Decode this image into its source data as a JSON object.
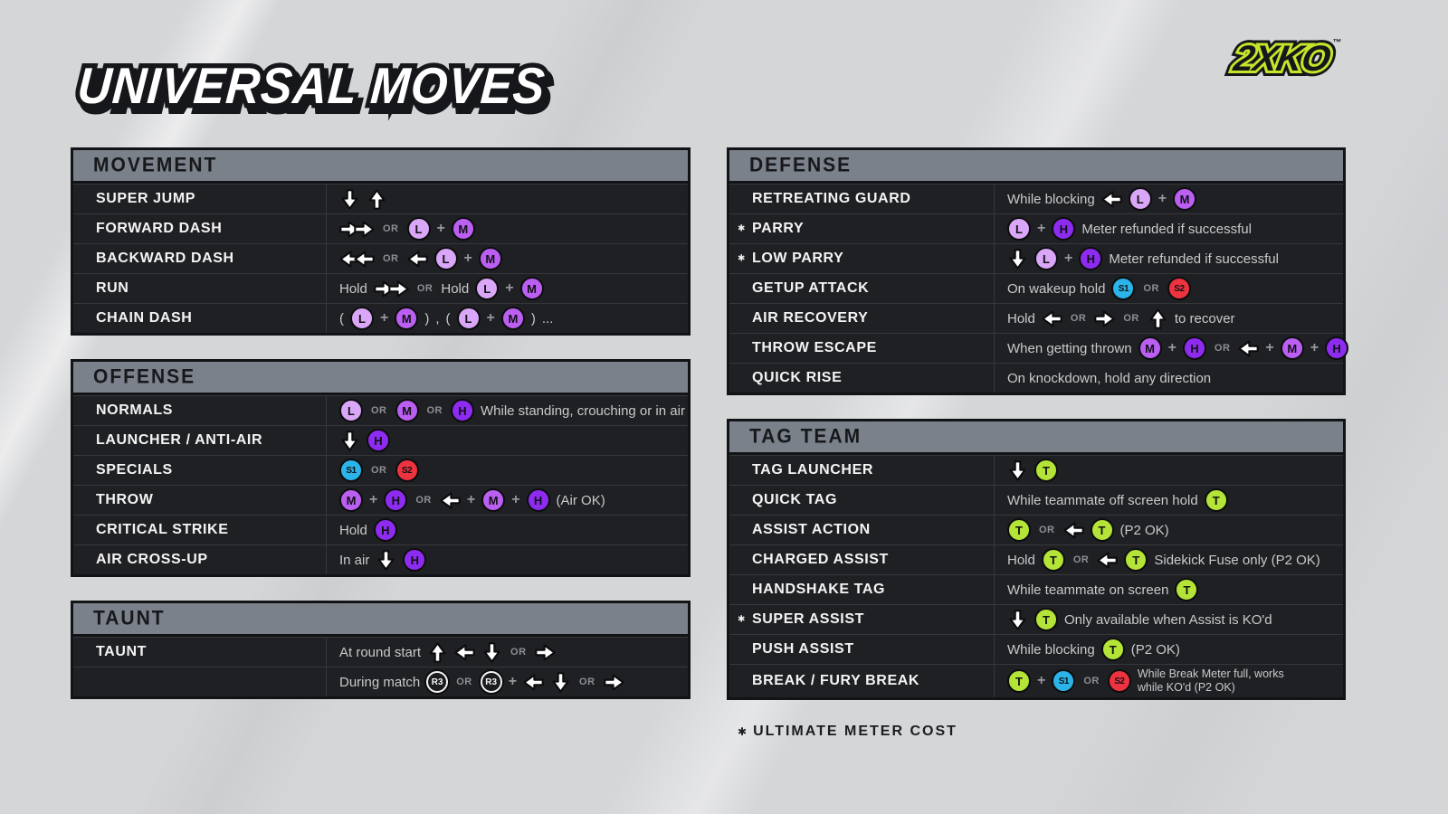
{
  "header": {
    "title": "UNIVERSAL MOVES",
    "logo": "2XKO",
    "trademark": "™"
  },
  "footnote": {
    "star": "✱",
    "text": "ULTIMATE METER COST"
  },
  "button_colors": {
    "L": "#daa7f8",
    "M": "#bb5ff2",
    "H": "#8e2bf0",
    "S1": "#2bb4e9",
    "S2": "#ee3340",
    "T": "#b4e437",
    "R3": "#1b1c1e"
  },
  "tables": [
    {
      "id": "movement",
      "column": "left",
      "title": "MOVEMENT",
      "rows": [
        {
          "label": "SUPER JUMP",
          "tokens": [
            {
              "t": "arrow",
              "d": "down"
            },
            {
              "t": "arrow",
              "d": "up"
            }
          ]
        },
        {
          "label": "FORWARD DASH",
          "tokens": [
            {
              "t": "arrow2",
              "d": "right"
            },
            {
              "t": "or",
              "v": "OR"
            },
            {
              "t": "btn",
              "v": "L"
            },
            {
              "t": "plus",
              "v": "+"
            },
            {
              "t": "btn",
              "v": "M"
            }
          ]
        },
        {
          "label": "BACKWARD DASH",
          "tokens": [
            {
              "t": "arrow2",
              "d": "left"
            },
            {
              "t": "or",
              "v": "OR"
            },
            {
              "t": "arrow",
              "d": "left"
            },
            {
              "t": "btn",
              "v": "L"
            },
            {
              "t": "plus",
              "v": "+"
            },
            {
              "t": "btn",
              "v": "M"
            }
          ]
        },
        {
          "label": "RUN",
          "tokens": [
            {
              "t": "txt",
              "v": "Hold"
            },
            {
              "t": "arrow2",
              "d": "right"
            },
            {
              "t": "or",
              "v": "OR"
            },
            {
              "t": "txt",
              "v": "Hold"
            },
            {
              "t": "btn",
              "v": "L"
            },
            {
              "t": "plus",
              "v": "+"
            },
            {
              "t": "btn",
              "v": "M"
            }
          ]
        },
        {
          "label": "CHAIN DASH",
          "tokens": [
            {
              "t": "txt",
              "v": "("
            },
            {
              "t": "btn",
              "v": "L"
            },
            {
              "t": "plus",
              "v": "+"
            },
            {
              "t": "btn",
              "v": "M"
            },
            {
              "t": "txt",
              "v": ")"
            },
            {
              "t": "txt",
              "v": ","
            },
            {
              "t": "txt",
              "v": "("
            },
            {
              "t": "btn",
              "v": "L"
            },
            {
              "t": "plus",
              "v": "+"
            },
            {
              "t": "btn",
              "v": "M"
            },
            {
              "t": "txt",
              "v": ")"
            },
            {
              "t": "txt",
              "v": "..."
            }
          ]
        }
      ]
    },
    {
      "id": "offense",
      "column": "left",
      "title": "OFFENSE",
      "rows": [
        {
          "label": "NORMALS",
          "tokens": [
            {
              "t": "btn",
              "v": "L"
            },
            {
              "t": "or",
              "v": "OR"
            },
            {
              "t": "btn",
              "v": "M"
            },
            {
              "t": "or",
              "v": "OR"
            },
            {
              "t": "btn",
              "v": "H"
            },
            {
              "t": "txt",
              "v": "While standing, crouching or in air"
            }
          ]
        },
        {
          "label": "LAUNCHER / ANTI-AIR",
          "tokens": [
            {
              "t": "arrow",
              "d": "down"
            },
            {
              "t": "btn",
              "v": "H"
            }
          ]
        },
        {
          "label": "SPECIALS",
          "tokens": [
            {
              "t": "btn",
              "v": "S1"
            },
            {
              "t": "or",
              "v": "OR"
            },
            {
              "t": "btn",
              "v": "S2"
            }
          ]
        },
        {
          "label": "THROW",
          "tokens": [
            {
              "t": "btn",
              "v": "M"
            },
            {
              "t": "plus",
              "v": "+"
            },
            {
              "t": "btn",
              "v": "H"
            },
            {
              "t": "or",
              "v": "OR"
            },
            {
              "t": "arrow",
              "d": "left"
            },
            {
              "t": "plus",
              "v": "+"
            },
            {
              "t": "btn",
              "v": "M"
            },
            {
              "t": "plus",
              "v": "+"
            },
            {
              "t": "btn",
              "v": "H"
            },
            {
              "t": "txt",
              "v": "(Air OK)"
            }
          ]
        },
        {
          "label": "CRITICAL STRIKE",
          "tokens": [
            {
              "t": "txt",
              "v": "Hold"
            },
            {
              "t": "btn",
              "v": "H"
            }
          ]
        },
        {
          "label": "AIR CROSS-UP",
          "tokens": [
            {
              "t": "txt",
              "v": "In air"
            },
            {
              "t": "arrow",
              "d": "down"
            },
            {
              "t": "btn",
              "v": "H"
            }
          ]
        }
      ]
    },
    {
      "id": "taunt",
      "column": "left",
      "title": "TAUNT",
      "rows": [
        {
          "label": "TAUNT",
          "tokens": [
            {
              "t": "txt",
              "v": "At round start"
            },
            {
              "t": "arrow",
              "d": "up"
            },
            {
              "t": "arrow",
              "d": "left"
            },
            {
              "t": "arrow",
              "d": "down"
            },
            {
              "t": "or",
              "v": "OR"
            },
            {
              "t": "arrow",
              "d": "right"
            }
          ]
        },
        {
          "label": "",
          "tokens": [
            {
              "t": "txt",
              "v": "During match"
            },
            {
              "t": "btn",
              "v": "R3"
            },
            {
              "t": "or",
              "v": "OR"
            },
            {
              "t": "btn",
              "v": "R3"
            },
            {
              "t": "plus",
              "v": "+"
            },
            {
              "t": "arrow",
              "d": "left"
            },
            {
              "t": "arrow",
              "d": "down"
            },
            {
              "t": "or",
              "v": "OR"
            },
            {
              "t": "arrow",
              "d": "right"
            }
          ]
        }
      ]
    },
    {
      "id": "defense",
      "column": "right",
      "title": "DEFENSE",
      "rows": [
        {
          "label": "RETREATING GUARD",
          "tokens": [
            {
              "t": "txt",
              "v": "While blocking"
            },
            {
              "t": "arrow",
              "d": "left"
            },
            {
              "t": "btn",
              "v": "L"
            },
            {
              "t": "plus",
              "v": "+"
            },
            {
              "t": "btn",
              "v": "M"
            }
          ]
        },
        {
          "label": "PARRY",
          "star": "✱",
          "tokens": [
            {
              "t": "btn",
              "v": "L"
            },
            {
              "t": "plus",
              "v": "+"
            },
            {
              "t": "btn",
              "v": "H"
            },
            {
              "t": "txt",
              "v": "Meter refunded if successful"
            }
          ]
        },
        {
          "label": "LOW PARRY",
          "star": "✱",
          "tokens": [
            {
              "t": "arrow",
              "d": "down"
            },
            {
              "t": "btn",
              "v": "L"
            },
            {
              "t": "plus",
              "v": "+"
            },
            {
              "t": "btn",
              "v": "H"
            },
            {
              "t": "txt",
              "v": "Meter refunded if successful"
            }
          ]
        },
        {
          "label": "GETUP ATTACK",
          "tokens": [
            {
              "t": "txt",
              "v": "On wakeup hold"
            },
            {
              "t": "btn",
              "v": "S1"
            },
            {
              "t": "or",
              "v": "OR"
            },
            {
              "t": "btn",
              "v": "S2"
            }
          ]
        },
        {
          "label": "AIR RECOVERY",
          "tokens": [
            {
              "t": "txt",
              "v": "Hold"
            },
            {
              "t": "arrow",
              "d": "left"
            },
            {
              "t": "or",
              "v": "OR"
            },
            {
              "t": "arrow",
              "d": "right"
            },
            {
              "t": "or",
              "v": "OR"
            },
            {
              "t": "arrow",
              "d": "up"
            },
            {
              "t": "txt",
              "v": "to recover"
            }
          ]
        },
        {
          "label": "THROW ESCAPE",
          "tokens": [
            {
              "t": "txt",
              "v": "When getting thrown"
            },
            {
              "t": "btn",
              "v": "M"
            },
            {
              "t": "plus",
              "v": "+"
            },
            {
              "t": "btn",
              "v": "H"
            },
            {
              "t": "or",
              "v": "OR"
            },
            {
              "t": "arrow",
              "d": "left"
            },
            {
              "t": "plus",
              "v": "+"
            },
            {
              "t": "btn",
              "v": "M"
            },
            {
              "t": "plus",
              "v": "+"
            },
            {
              "t": "btn",
              "v": "H"
            }
          ]
        },
        {
          "label": "QUICK RISE",
          "tokens": [
            {
              "t": "txt",
              "v": "On knockdown, hold any direction"
            }
          ]
        }
      ]
    },
    {
      "id": "tagteam",
      "column": "right",
      "title": "TAG TEAM",
      "rows": [
        {
          "label": "TAG LAUNCHER",
          "tokens": [
            {
              "t": "arrow",
              "d": "down"
            },
            {
              "t": "btn",
              "v": "T"
            }
          ]
        },
        {
          "label": "QUICK TAG",
          "tokens": [
            {
              "t": "txt",
              "v": "While teammate off screen hold"
            },
            {
              "t": "btn",
              "v": "T"
            }
          ]
        },
        {
          "label": "ASSIST ACTION",
          "tokens": [
            {
              "t": "btn",
              "v": "T"
            },
            {
              "t": "or",
              "v": "OR"
            },
            {
              "t": "arrow",
              "d": "left"
            },
            {
              "t": "btn",
              "v": "T"
            },
            {
              "t": "txt",
              "v": "(P2 OK)"
            }
          ]
        },
        {
          "label": "CHARGED ASSIST",
          "tokens": [
            {
              "t": "txt",
              "v": "Hold"
            },
            {
              "t": "btn",
              "v": "T"
            },
            {
              "t": "or",
              "v": "OR"
            },
            {
              "t": "arrow",
              "d": "left"
            },
            {
              "t": "btn",
              "v": "T"
            },
            {
              "t": "txt",
              "v": "Sidekick Fuse only (P2 OK)"
            }
          ]
        },
        {
          "label": "HANDSHAKE TAG",
          "tokens": [
            {
              "t": "txt",
              "v": "While teammate on screen"
            },
            {
              "t": "btn",
              "v": "T"
            }
          ]
        },
        {
          "label": "SUPER ASSIST",
          "star": "✱",
          "tokens": [
            {
              "t": "arrow",
              "d": "down"
            },
            {
              "t": "btn",
              "v": "T"
            },
            {
              "t": "txt",
              "v": "Only available when Assist is KO'd"
            }
          ]
        },
        {
          "label": "PUSH ASSIST",
          "tokens": [
            {
              "t": "txt",
              "v": "While blocking"
            },
            {
              "t": "btn",
              "v": "T"
            },
            {
              "t": "txt",
              "v": "(P2 OK)"
            }
          ]
        },
        {
          "label": "BREAK / FURY BREAK",
          "tokens": [
            {
              "t": "btn",
              "v": "T"
            },
            {
              "t": "plus",
              "v": "+"
            },
            {
              "t": "btn",
              "v": "S1"
            },
            {
              "t": "or",
              "v": "OR"
            },
            {
              "t": "btn",
              "v": "S2"
            },
            {
              "t": "txt",
              "lines": [
                "While Break Meter full, works",
                "while KO'd (P2 OK)"
              ]
            }
          ]
        }
      ]
    }
  ]
}
